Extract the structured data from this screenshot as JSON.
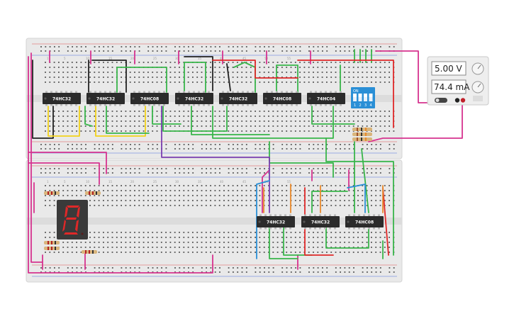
{
  "power_supply": {
    "voltage": "5.00 V",
    "current": "74.4 mA"
  },
  "dip_switch": {
    "on_label": "ON",
    "positions": [
      "1",
      "2",
      "3",
      "4"
    ]
  },
  "chips_top": [
    "74HC32",
    "74HC32",
    "74HC08",
    "74HC32",
    "74HC32",
    "74HC08",
    "74HC04"
  ],
  "chips_bottom": [
    "74HC32",
    "74HC32",
    "74HC08"
  ],
  "breadboard_numbers": {
    "top": [
      "1",
      "5",
      "10",
      "15",
      "20",
      "25",
      "30",
      "35",
      "40",
      "45",
      "50",
      "55"
    ],
    "bottom": [
      "1",
      "5",
      "10",
      "15",
      "20",
      "25",
      "30",
      "35",
      "40",
      "45",
      "50",
      "55"
    ]
  },
  "wire_colors": {
    "magenta": "#d6338f",
    "green": "#39b54a",
    "black": "#222222",
    "yellow": "#f2d21b",
    "red": "#e02828",
    "purple": "#7b3fb0",
    "blue": "#2a8fd6",
    "orange": "#e8892b"
  }
}
